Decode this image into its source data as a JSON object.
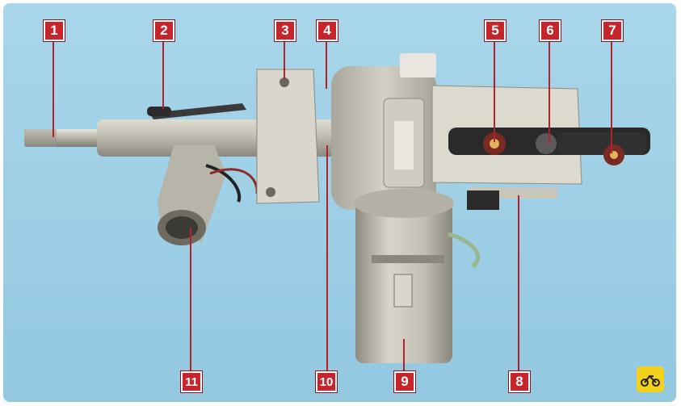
{
  "callouts": [
    {
      "id": "1",
      "label": "1"
    },
    {
      "id": "2",
      "label": "2"
    },
    {
      "id": "3",
      "label": "3"
    },
    {
      "id": "4",
      "label": "4"
    },
    {
      "id": "5",
      "label": "5"
    },
    {
      "id": "6",
      "label": "6"
    },
    {
      "id": "7",
      "label": "7"
    },
    {
      "id": "8",
      "label": "8"
    },
    {
      "id": "9",
      "label": "9"
    },
    {
      "id": "10",
      "label": "10"
    },
    {
      "id": "11",
      "label": "11"
    }
  ],
  "colors": {
    "background": "#9fd0e6",
    "badge": "#c8242b",
    "leader": "#b0232a",
    "metal": "#c9c6bb",
    "logo": "#f2d21b"
  },
  "icons": [
    "publisher-logo-icon"
  ]
}
